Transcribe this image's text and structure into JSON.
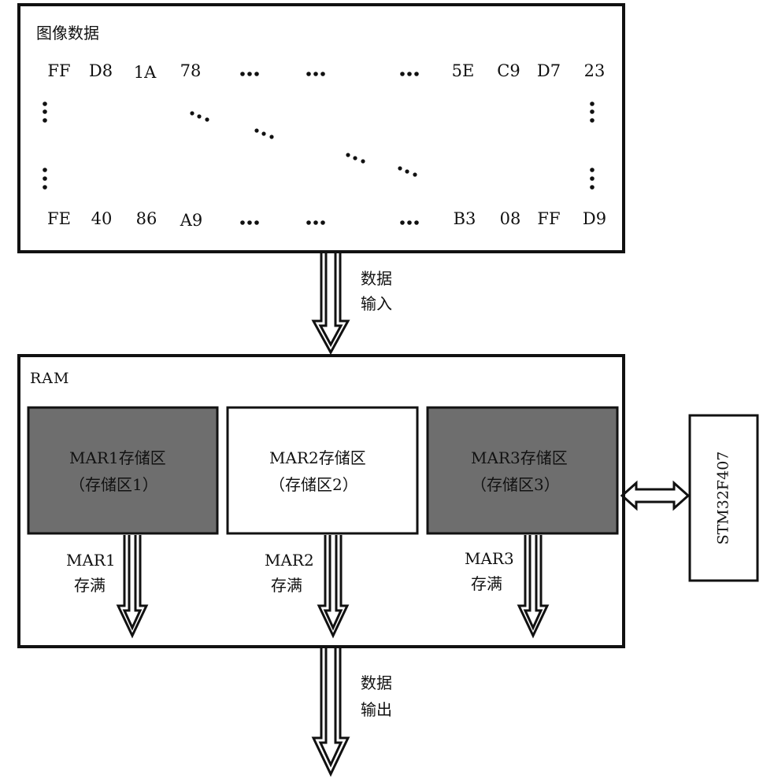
{
  "image_data_box": {
    "title": "图像数据",
    "row_top": [
      "FF",
      "D8",
      "1A",
      "78",
      "5E",
      "C9",
      "D7",
      "23"
    ],
    "row_bottom": [
      "FE",
      "40",
      "86",
      "A9",
      "B3",
      "08",
      "FF",
      "D9"
    ]
  },
  "arrow_in_label": {
    "line1": "数据",
    "line2": "输入"
  },
  "ram_box": {
    "title": "RAM",
    "regions": [
      {
        "name": "MAR1存储区",
        "sub": "（存储区1）",
        "full_l1": "MAR1",
        "full_l2": "存满",
        "fill": "#6e6e6e"
      },
      {
        "name": "MAR2存储区",
        "sub": "（存储区2）",
        "full_l1": "MAR2",
        "full_l2": "存满",
        "fill": "#ffffff"
      },
      {
        "name": "MAR3存储区",
        "sub": "（存储区3）",
        "full_l1": "MAR3",
        "full_l2": "存满",
        "fill": "#6e6e6e"
      }
    ]
  },
  "mcu_box": {
    "label": "STM32F407"
  },
  "arrow_out_label": {
    "line1": "数据",
    "line2": "输出"
  }
}
